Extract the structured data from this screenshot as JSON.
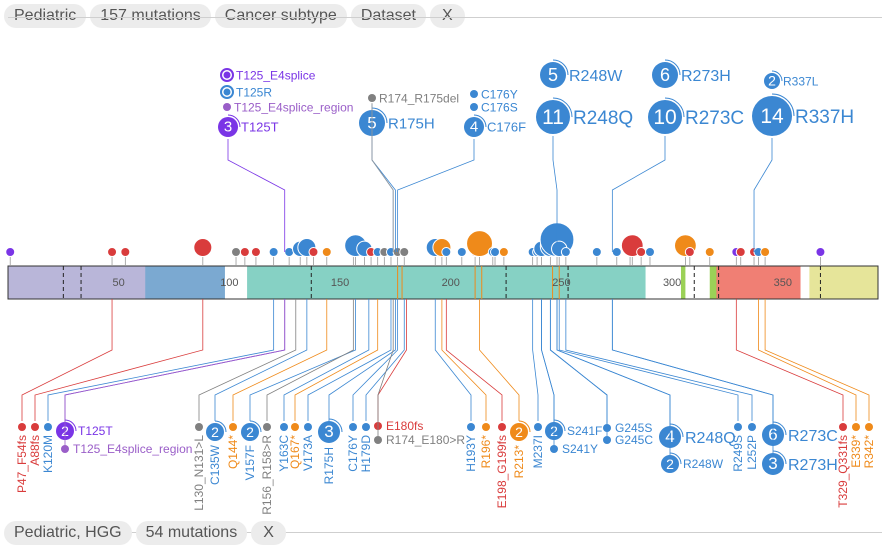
{
  "top_chips": [
    "Pediatric",
    "157 mutations",
    "Cancer subtype",
    "Dataset",
    "X"
  ],
  "bottom_chips": [
    "Pediatric, HGG",
    "54 mutations",
    "X"
  ],
  "colors": {
    "missense": "#3b87d2",
    "nonsense": "#ef8a1a",
    "frameshift": "#d93c3c",
    "splice": "#7a35e6",
    "splice_region": "#9a5ec8",
    "proteinDel": "#808080",
    "protein_domain": "#86d1c4",
    "domain_lavender": "#b9b6d9",
    "domain_blue": "#7ba9d1",
    "domain_red": "#f07f74",
    "domain_khaki": "#e6e59a",
    "domain_green": "#9bd157",
    "domain_blank": "#ffffff"
  },
  "chart_data": {
    "type": "lollipop",
    "protein_length": 393,
    "axis_ticks": [
      50,
      100,
      150,
      200,
      250,
      300,
      350
    ],
    "domains": [
      {
        "start": 1,
        "end": 63,
        "color": "domain_lavender"
      },
      {
        "start": 63,
        "end": 99,
        "color": "domain_blue"
      },
      {
        "start": 99,
        "end": 109,
        "color": "domain_blank"
      },
      {
        "start": 109,
        "end": 289,
        "color": "protein_domain"
      },
      {
        "start": 289,
        "end": 305,
        "color": "domain_blank"
      },
      {
        "start": 305,
        "end": 307,
        "color": "domain_green"
      },
      {
        "start": 307,
        "end": 318,
        "color": "domain_blank"
      },
      {
        "start": 318,
        "end": 321,
        "color": "domain_green"
      },
      {
        "start": 321,
        "end": 359,
        "color": "domain_red"
      },
      {
        "start": 359,
        "end": 363,
        "color": "domain_blank"
      },
      {
        "start": 363,
        "end": 393,
        "color": "domain_khaki"
      }
    ],
    "dashed_positions": [
      25,
      33,
      137,
      225,
      253,
      310,
      321,
      367
    ],
    "orange_lines": [
      176,
      178,
      211,
      214,
      246,
      249
    ],
    "above_labels": [
      {
        "pos": 125,
        "label": "T125_E4splice",
        "class": "splice",
        "count": null
      },
      {
        "pos": 125,
        "label": "T125R",
        "class": "missense",
        "count": null
      },
      {
        "pos": 125,
        "label": "T125_E4splice_region",
        "class": "splice_region",
        "count": null
      },
      {
        "pos": 125,
        "label": "T125T",
        "class": "splice",
        "count": 3
      },
      {
        "pos": 174,
        "label": "R174_R175del",
        "class": "proteinDel",
        "count": null
      },
      {
        "pos": 175,
        "label": "R175H",
        "class": "missense",
        "count": 5
      },
      {
        "pos": 176,
        "label": "C176Y",
        "class": "missense",
        "count": null
      },
      {
        "pos": 176,
        "label": "C176S",
        "class": "missense",
        "count": null
      },
      {
        "pos": 176,
        "label": "C176F",
        "class": "missense",
        "count": 4
      },
      {
        "pos": 248,
        "label": "R248W",
        "class": "missense",
        "count": 5
      },
      {
        "pos": 248,
        "label": "R248Q",
        "class": "missense",
        "count": 11
      },
      {
        "pos": 273,
        "label": "R273H",
        "class": "missense",
        "count": 6
      },
      {
        "pos": 273,
        "label": "R273C",
        "class": "missense",
        "count": 10
      },
      {
        "pos": 337,
        "label": "R337L",
        "class": "missense",
        "count": 2
      },
      {
        "pos": 337,
        "label": "R337H",
        "class": "missense",
        "count": 14
      }
    ],
    "below_labels": [
      {
        "pos": 47,
        "label": "P47_F54fs",
        "class": "frameshift",
        "count": null
      },
      {
        "pos": 88,
        "label": "A88fs",
        "class": "frameshift",
        "count": null
      },
      {
        "pos": 120,
        "label": "K120M",
        "class": "missense",
        "count": null
      },
      {
        "pos": 125,
        "label": "T125T",
        "class": "splice",
        "count": 2
      },
      {
        "pos": 125,
        "label": "T125_E4splice_region",
        "class": "splice_region",
        "count": null
      },
      {
        "pos": 130,
        "label": "L130_N131>L",
        "class": "proteinDel",
        "count": null
      },
      {
        "pos": 135,
        "label": "C135W",
        "class": "missense",
        "count": 2
      },
      {
        "pos": 144,
        "label": "Q144*",
        "class": "nonsense",
        "count": null
      },
      {
        "pos": 157,
        "label": "V157F",
        "class": "missense",
        "count": 2
      },
      {
        "pos": 156,
        "label": "R156_R158>R",
        "class": "proteinDel",
        "count": null
      },
      {
        "pos": 163,
        "label": "Y163C",
        "class": "missense",
        "count": null
      },
      {
        "pos": 167,
        "label": "Q167*",
        "class": "nonsense",
        "count": null
      },
      {
        "pos": 173,
        "label": "V173A",
        "class": "missense",
        "count": null
      },
      {
        "pos": 175,
        "label": "R175H",
        "class": "missense",
        "count": 3
      },
      {
        "pos": 176,
        "label": "C176Y",
        "class": "missense",
        "count": null
      },
      {
        "pos": 179,
        "label": "H179D",
        "class": "missense",
        "count": null
      },
      {
        "pos": 180,
        "label": "E180fs",
        "class": "frameshift",
        "count": null
      },
      {
        "pos": 174,
        "label": "R174_E180>R",
        "class": "proteinDel",
        "count": null
      },
      {
        "pos": 193,
        "label": "H193Y",
        "class": "missense",
        "count": null
      },
      {
        "pos": 196,
        "label": "R196*",
        "class": "nonsense",
        "count": null
      },
      {
        "pos": 198,
        "label": "E198_G199fs",
        "class": "frameshift",
        "count": null
      },
      {
        "pos": 213,
        "label": "R213*",
        "class": "nonsense",
        "count": 2
      },
      {
        "pos": 237,
        "label": "M237I",
        "class": "missense",
        "count": null
      },
      {
        "pos": 241,
        "label": "S241F",
        "class": "missense",
        "count": 2
      },
      {
        "pos": 241,
        "label": "S241Y",
        "class": "missense",
        "count": null
      },
      {
        "pos": 245,
        "label": "G245S",
        "class": "missense",
        "count": null
      },
      {
        "pos": 245,
        "label": "G245C",
        "class": "missense",
        "count": null
      },
      {
        "pos": 248,
        "label": "R248Q",
        "class": "missense",
        "count": 4
      },
      {
        "pos": 248,
        "label": "R248W",
        "class": "missense",
        "count": 2
      },
      {
        "pos": 249,
        "label": "R249S",
        "class": "missense",
        "count": null
      },
      {
        "pos": 252,
        "label": "L252P",
        "class": "missense",
        "count": null
      },
      {
        "pos": 273,
        "label": "R273C",
        "class": "missense",
        "count": 6
      },
      {
        "pos": 273,
        "label": "R273H",
        "class": "missense",
        "count": 3
      },
      {
        "pos": 329,
        "label": "T329_Q331fs",
        "class": "frameshift",
        "count": null
      },
      {
        "pos": 339,
        "label": "E339*",
        "class": "nonsense",
        "count": null
      },
      {
        "pos": 342,
        "label": "R342*",
        "class": "nonsense",
        "count": null
      }
    ],
    "track_discs": [
      {
        "pos": 1,
        "class": "splice",
        "count": 1
      },
      {
        "pos": 47,
        "class": "frameshift",
        "count": 1
      },
      {
        "pos": 53,
        "class": "frameshift",
        "count": 1
      },
      {
        "pos": 88,
        "class": "frameshift",
        "count": 3
      },
      {
        "pos": 103,
        "class": "proteinDel",
        "count": 1
      },
      {
        "pos": 107,
        "class": "frameshift",
        "count": 1
      },
      {
        "pos": 112,
        "class": "frameshift",
        "count": 1
      },
      {
        "pos": 120,
        "class": "missense",
        "count": 1
      },
      {
        "pos": 127,
        "class": "missense",
        "count": 1
      },
      {
        "pos": 132,
        "class": "missense",
        "count": 2
      },
      {
        "pos": 135,
        "class": "missense",
        "count": 3
      },
      {
        "pos": 138,
        "class": "frameshift",
        "count": 1
      },
      {
        "pos": 144,
        "class": "nonsense",
        "count": 1
      },
      {
        "pos": 156,
        "class": "proteinDel",
        "count": 1
      },
      {
        "pos": 157,
        "class": "missense",
        "count": 5
      },
      {
        "pos": 161,
        "class": "missense",
        "count": 2
      },
      {
        "pos": 164,
        "class": "frameshift",
        "count": 1
      },
      {
        "pos": 167,
        "class": "missense",
        "count": 1
      },
      {
        "pos": 170,
        "class": "proteinDel",
        "count": 1
      },
      {
        "pos": 173,
        "class": "missense",
        "count": 1
      },
      {
        "pos": 176,
        "class": "proteinDel",
        "count": 1
      },
      {
        "pos": 179,
        "class": "proteinDel",
        "count": 1
      },
      {
        "pos": 193,
        "class": "missense",
        "count": 3
      },
      {
        "pos": 196,
        "class": "nonsense",
        "count": 3
      },
      {
        "pos": 198,
        "class": "missense",
        "count": 1
      },
      {
        "pos": 205,
        "class": "missense",
        "count": 1
      },
      {
        "pos": 211,
        "class": "frameshift",
        "count": 1
      },
      {
        "pos": 213,
        "class": "nonsense",
        "count": 8
      },
      {
        "pos": 219,
        "class": "missense",
        "count": 1
      },
      {
        "pos": 220,
        "class": "missense",
        "count": 1
      },
      {
        "pos": 224,
        "class": "nonsense",
        "count": 1
      },
      {
        "pos": 237,
        "class": "missense",
        "count": 1
      },
      {
        "pos": 239,
        "class": "missense",
        "count": 1
      },
      {
        "pos": 241,
        "class": "missense",
        "count": 2
      },
      {
        "pos": 245,
        "class": "missense",
        "count": 4
      },
      {
        "pos": 248,
        "class": "missense",
        "count": 16
      },
      {
        "pos": 249,
        "class": "missense",
        "count": 2
      },
      {
        "pos": 252,
        "class": "missense",
        "count": 1
      },
      {
        "pos": 266,
        "class": "missense",
        "count": 1
      },
      {
        "pos": 275,
        "class": "missense",
        "count": 1
      },
      {
        "pos": 281,
        "class": "missense",
        "count": 2
      },
      {
        "pos": 282,
        "class": "frameshift",
        "count": 5
      },
      {
        "pos": 286,
        "class": "frameshift",
        "count": 1
      },
      {
        "pos": 290,
        "class": "missense",
        "count": 1
      },
      {
        "pos": 306,
        "class": "nonsense",
        "count": 5
      },
      {
        "pos": 308,
        "class": "frameshift",
        "count": 1
      },
      {
        "pos": 317,
        "class": "nonsense",
        "count": 1
      },
      {
        "pos": 329,
        "class": "splice",
        "count": 1
      },
      {
        "pos": 331,
        "class": "frameshift",
        "count": 1
      },
      {
        "pos": 337,
        "class": "frameshift",
        "count": 1
      },
      {
        "pos": 339,
        "class": "missense",
        "count": 1
      },
      {
        "pos": 342,
        "class": "nonsense",
        "count": 1
      },
      {
        "pos": 367,
        "class": "splice",
        "count": 1
      }
    ]
  }
}
